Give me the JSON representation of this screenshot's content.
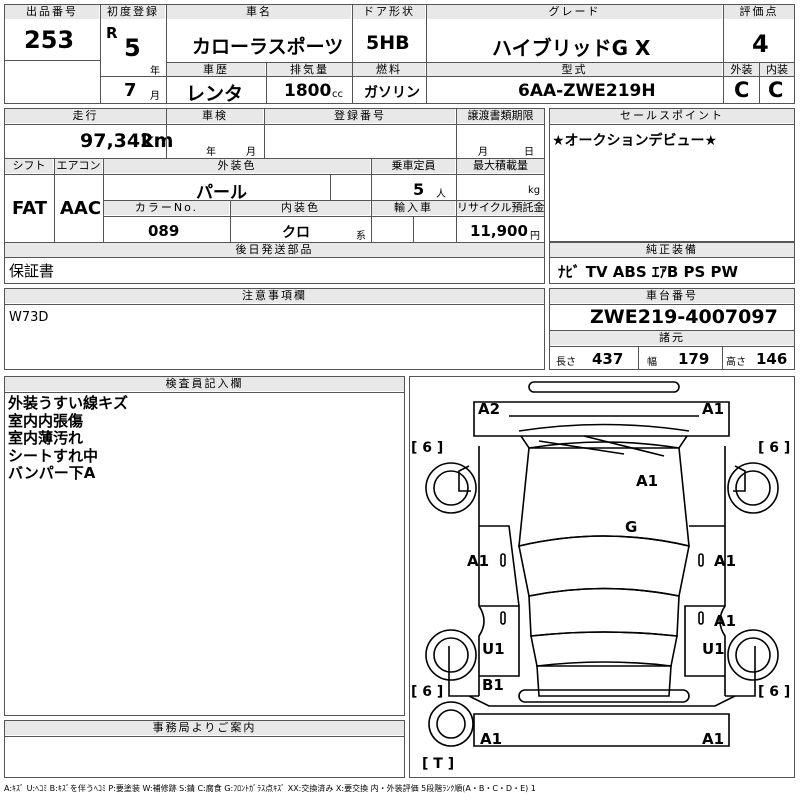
{
  "header": {
    "lot_label": "出品番号",
    "lot_no": "253",
    "first_reg_label": "初度登録",
    "era": "R",
    "year": "5",
    "year_unit": "年",
    "month": "7",
    "month_unit": "月",
    "car_name_label": "車名",
    "car_name": "カローラスポーツ",
    "door_label": "ドア形状",
    "door": "5HB",
    "grade_label": "グレード",
    "grade": "ハイブリッドG X",
    "score_label": "評価点",
    "score": "4",
    "history_label": "車歴",
    "history": "レンタ",
    "displacement_label": "排気量",
    "displacement": "1800",
    "displacement_unit": "cc",
    "fuel_label": "燃料",
    "fuel": "ガソリン",
    "model_label": "型式",
    "model": "6AA-ZWE219H",
    "exterior_label": "外装",
    "exterior_grade": "C",
    "interior_label": "内装",
    "interior_grade": "C"
  },
  "row2": {
    "mileage_label": "走行",
    "mileage": "97,342",
    "mileage_unit": "km",
    "inspection_label": "車検",
    "insp_year_unit": "年",
    "insp_month_unit": "月",
    "regno_label": "登録番号",
    "transfer_label": "譲渡書類期限",
    "transfer_month_unit": "月",
    "transfer_day_unit": "日",
    "shift_label": "シフト",
    "shift": "FAT",
    "ac_label": "エアコン",
    "ac": "AAC",
    "color_label": "外装色",
    "color": "パール",
    "capacity_label": "乗車定員",
    "capacity": "5",
    "capacity_unit": "人",
    "load_label": "最大積載量",
    "load_unit": "kg",
    "color_no_label": "カラーNo.",
    "color_no": "089",
    "interior_color_label": "内装色",
    "interior_color": "クロ",
    "interior_color_unit": "系",
    "import_label": "輸入車",
    "recycle_label": "リサイクル預託金",
    "recycle": "11,900",
    "recycle_unit": "円"
  },
  "sales": {
    "label": "セールスポイント",
    "text": "★オークションデビュー★"
  },
  "later": {
    "label": "後日発送部品",
    "text": "保証書"
  },
  "equipment": {
    "label": "純正装備",
    "text": "ﾅﾋﾞ TV ABS ｴｱB PS PW"
  },
  "notes": {
    "label": "注意事項欄",
    "text": "W73D"
  },
  "chassis": {
    "label": "車台番号",
    "number": "ZWE219-4007097"
  },
  "dims": {
    "label": "諸元",
    "length_label": "長さ",
    "length": "437",
    "width_label": "幅",
    "width": "179",
    "height_label": "高さ",
    "height": "146"
  },
  "inspector": {
    "label": "検査員記入欄",
    "lines": [
      "外装うすい線キズ",
      "室内内張傷",
      "室内薄汚れ",
      "シートすれ中",
      "バンパー下A"
    ]
  },
  "office": {
    "label": "事務局よりご案内"
  },
  "diagram": {
    "marks": {
      "a2_front_left": "A2",
      "a1_front_right": "A1",
      "a1_hood": "A1",
      "g_windshield": "G",
      "a1_left_front_door": "A1",
      "a1_right_front_door": "A1",
      "a1_right_rear_door": "A1",
      "u1_left_rear": "U1",
      "u1_right_rear": "U1",
      "b1_rear_left": "B1",
      "a1_rear_left": "A1",
      "a1_rear_right": "A1"
    },
    "tire_fl": "[ 6 ]",
    "tire_fr": "[ 6 ]",
    "tire_rl": "[ 6 ]",
    "tire_rr": "[ 6 ]",
    "spare": "[ T ]"
  },
  "legend": "A:ｷｽﾞ U:ﾍｺﾐ B:ｷｽﾞを伴うﾍｺﾐ P:要塗装 W:補修跡 S:錆 C:腐食 G:ﾌﾛﾝﾄｶﾞﾗｽ点ｷｽﾞ XX:交換済み X:要交換  内・外装評価 5段階ﾗﾝｸ順(A・B・C・D・E) 1"
}
